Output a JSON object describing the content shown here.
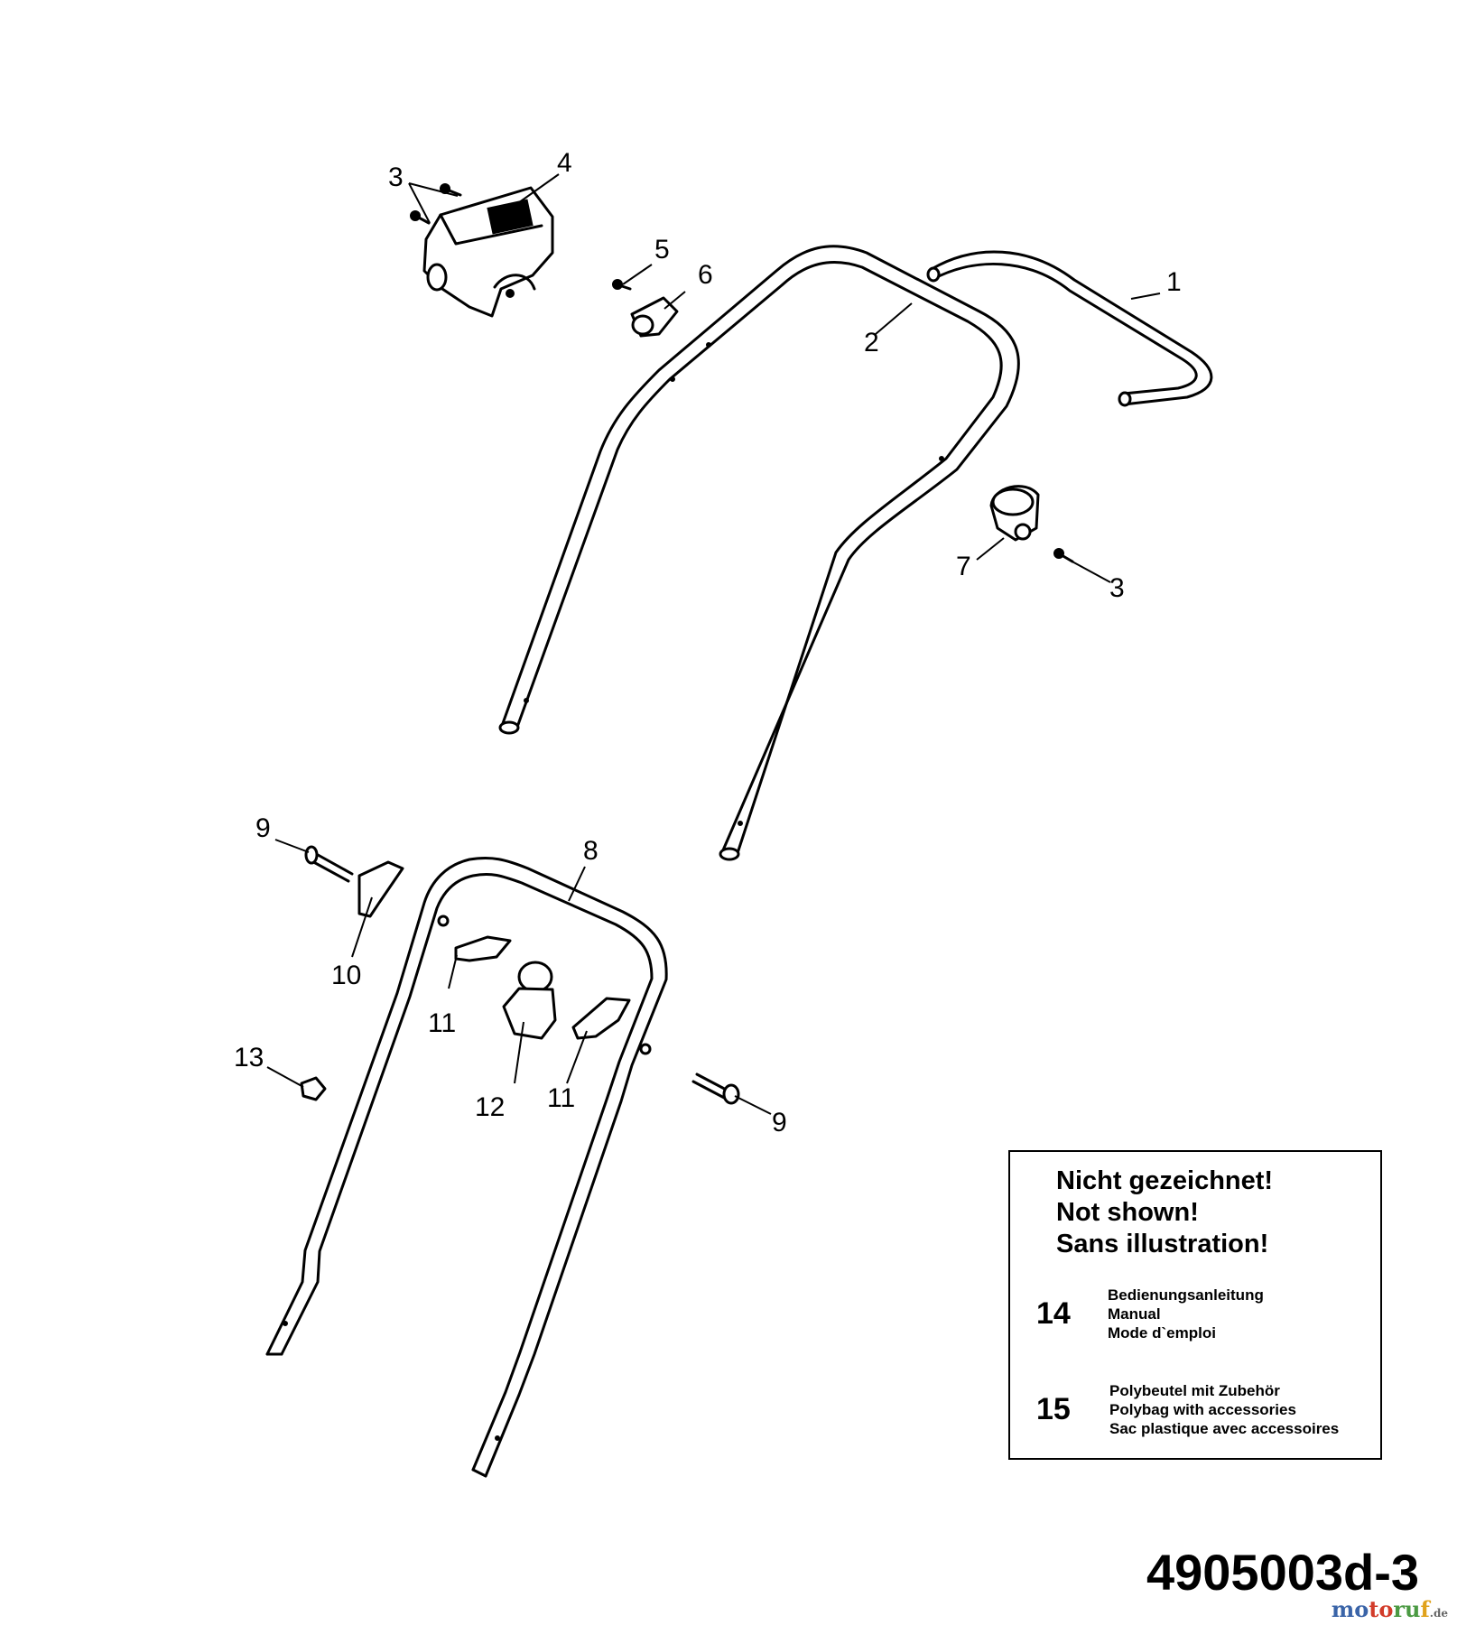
{
  "callouts": [
    {
      "id": "c1",
      "text": "1"
    },
    {
      "id": "c2",
      "text": "2"
    },
    {
      "id": "c3a",
      "text": "3"
    },
    {
      "id": "c3b",
      "text": "3"
    },
    {
      "id": "c4",
      "text": "4"
    },
    {
      "id": "c5",
      "text": "5"
    },
    {
      "id": "c6",
      "text": "6"
    },
    {
      "id": "c7",
      "text": "7"
    },
    {
      "id": "c8",
      "text": "8"
    },
    {
      "id": "c9a",
      "text": "9"
    },
    {
      "id": "c9b",
      "text": "9"
    },
    {
      "id": "c10",
      "text": "10"
    },
    {
      "id": "c11a",
      "text": "11"
    },
    {
      "id": "c11b",
      "text": "11"
    },
    {
      "id": "c12",
      "text": "12"
    },
    {
      "id": "c13",
      "text": "13"
    }
  ],
  "legend": {
    "headings": [
      "Nicht gezeichnet!",
      "Not shown!",
      "Sans illustration!"
    ],
    "items": [
      {
        "number": "14",
        "lines": [
          "Bedienungsanleitung",
          "Manual",
          "Mode d`emploi"
        ]
      },
      {
        "number": "15",
        "lines": [
          "Polybeutel mit Zubehör",
          "Polybag with accessories",
          "Sac plastique avec accessoires"
        ]
      }
    ]
  },
  "drawing_number": "4905003d-3",
  "watermark": {
    "parts": [
      "mo",
      "to",
      "ru",
      "f"
    ],
    "tld": ".de"
  }
}
